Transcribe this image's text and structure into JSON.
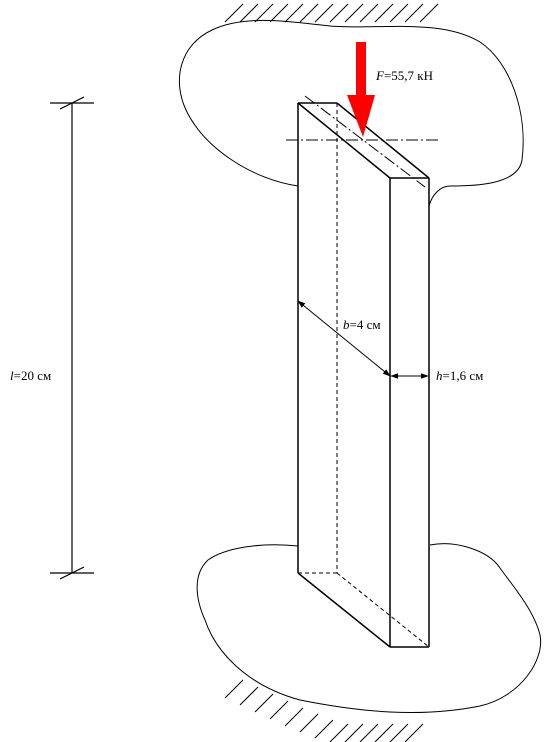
{
  "force": {
    "symbol": "F",
    "value": "=55,7 кН",
    "color": "#ff0000"
  },
  "width": {
    "symbol": "b",
    "value": "=4 см"
  },
  "thickness": {
    "symbol": "h",
    "value": "=1,6 см"
  },
  "length": {
    "symbol": "l",
    "value": "=20 см"
  }
}
